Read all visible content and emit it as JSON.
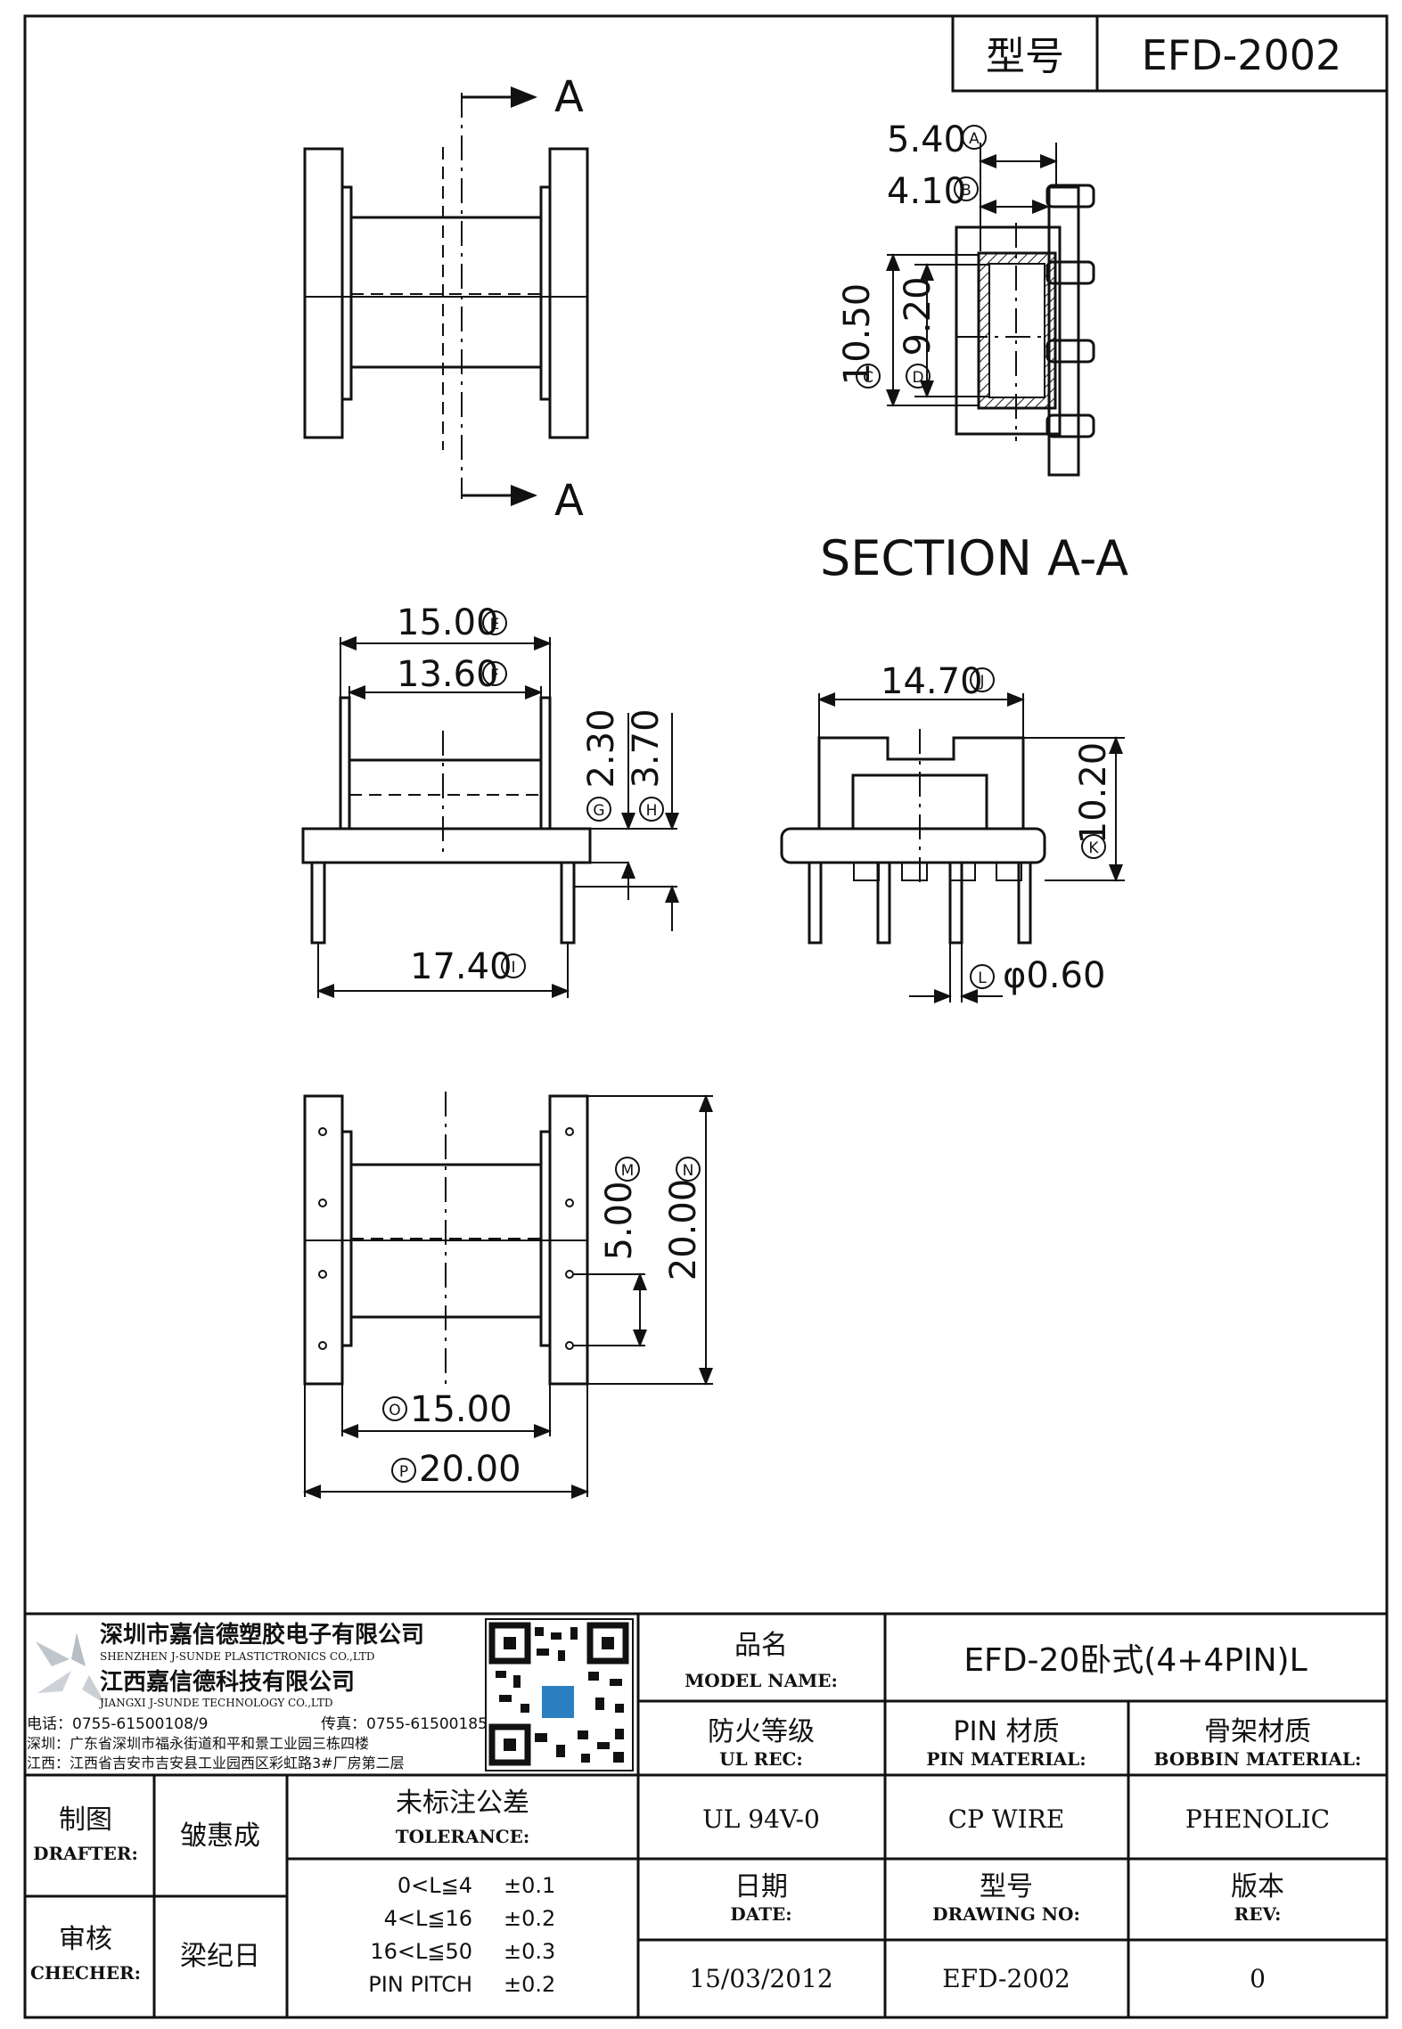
{
  "title_block": {
    "model_label": "型号",
    "model_value": "EFD-2002"
  },
  "views": {
    "section_marker": "A",
    "section_title": "SECTION A-A"
  },
  "dimensions": [
    {
      "id": "A",
      "value": "5.40"
    },
    {
      "id": "B",
      "value": "4.10"
    },
    {
      "id": "C",
      "value": "10.50"
    },
    {
      "id": "D",
      "value": "9.20"
    },
    {
      "id": "E",
      "value": "15.00"
    },
    {
      "id": "F",
      "value": "13.60"
    },
    {
      "id": "G",
      "value": "2.30"
    },
    {
      "id": "H",
      "value": "3.70"
    },
    {
      "id": "I",
      "value": "17.40"
    },
    {
      "id": "J",
      "value": "14.70"
    },
    {
      "id": "K",
      "value": "10.20"
    },
    {
      "id": "L",
      "value": "φ0.60"
    },
    {
      "id": "M",
      "value": "5.00"
    },
    {
      "id": "N",
      "value": "20.00"
    },
    {
      "id": "O",
      "value": "15.00"
    },
    {
      "id": "P",
      "value": "20.00"
    }
  ],
  "company": {
    "name_cn_1": "深圳市嘉信德塑胶电子有限公司",
    "name_en_1": "SHENZHEN J-SUNDE PLASTICTRONICS CO.,LTD",
    "name_cn_2": "江西嘉信德科技有限公司",
    "name_en_2": "JIANGXI J-SUNDE TECHNOLOGY CO.,LTD",
    "phone": "电话：0755-61500108/9",
    "fax": "传真：0755-61500185",
    "addr_sz": "深圳：广东省深圳市福永街道和平和景工业园三栋四楼",
    "addr_jx": "江西：江西省吉安市吉安县工业园西区彩虹路3#厂房第二层"
  },
  "info": {
    "model_name_cn": "品名",
    "model_name_en": "MODEL NAME:",
    "model_name_value": "EFD-20卧式(4+4PIN)L",
    "ul_cn": "防火等级",
    "ul_en": "UL REC:",
    "pin_mat_cn": "PIN 材质",
    "pin_mat_en": "PIN MATERIAL:",
    "bobbin_mat_cn": "骨架材质",
    "bobbin_mat_en": "BOBBIN MATERIAL:",
    "ul_value": "UL 94V-0",
    "pin_mat_value": "CP WIRE",
    "bobbin_mat_value": "PHENOLIC",
    "date_cn": "日期",
    "date_en": "DATE:",
    "drawing_cn": "型号",
    "drawing_en": "DRAWING NO:",
    "rev_cn": "版本",
    "rev_en": "REV:",
    "date_value": "15/03/2012",
    "drawing_value": "EFD-2002",
    "rev_value": "0"
  },
  "approval": {
    "drafter_cn": "制图",
    "drafter_en": "DRAFTER:",
    "drafter_name": "皱惠成",
    "checker_cn": "审核",
    "checker_en": "CHECHER:",
    "checker_name": "梁纪日"
  },
  "tolerance": {
    "title_cn": "未标注公差",
    "title_en": "TOLERANCE:",
    "rows": [
      {
        "range": "0<L≦4",
        "value": "±0.1"
      },
      {
        "range": "4<L≦16",
        "value": "±0.2"
      },
      {
        "range": "16<L≦50",
        "value": "±0.3"
      },
      {
        "range": "PIN PITCH",
        "value": "±0.2"
      }
    ]
  }
}
